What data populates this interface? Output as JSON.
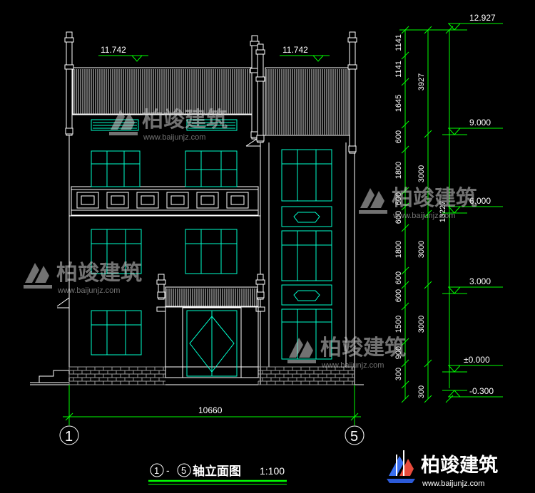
{
  "roof_levels": [
    "11.742",
    "11.742"
  ],
  "elevations": [
    "12.927",
    "9.000",
    "6.000",
    "3.000",
    "±0.000",
    "-0.300"
  ],
  "dims_inner": [
    "1141",
    "1141",
    "1645",
    "600",
    "1800",
    "600",
    "600",
    "1800",
    "600",
    "600",
    "1500",
    "900",
    "300"
  ],
  "dims_mid": [
    "3927",
    "3000",
    "3000",
    "3000",
    "300"
  ],
  "dims_total": "13227",
  "width_dim": "10660",
  "axes": [
    "1",
    "5"
  ],
  "title": {
    "axis_from": "1",
    "dash": "-",
    "axis_to": "5",
    "text": "轴立面图",
    "scale": "1:100"
  },
  "watermark": {
    "brand": "柏竣建筑",
    "url": "www.baijunjz.com"
  },
  "colors": {
    "background": "#000000",
    "line": "#ffffff",
    "dimension": "#00ff00",
    "window": "#00ffcc",
    "watermark": "#cfcfcf"
  }
}
